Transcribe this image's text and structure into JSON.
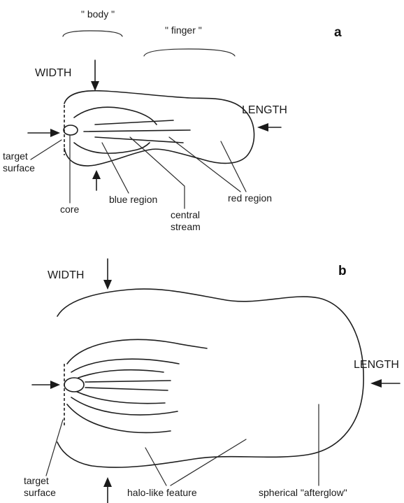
{
  "panel_a": {
    "letter": "a",
    "body_label": "\" body \"",
    "finger_label": "\" finger \"",
    "width_label": "WIDTH",
    "length_label": "LENGTH",
    "target_surface": [
      "target",
      "surface"
    ],
    "core_label": "core",
    "blue_region_label": "blue region",
    "red_region_label": "red region",
    "central_stream": [
      "central",
      "stream"
    ]
  },
  "panel_b": {
    "letter": "b",
    "width_label": "WIDTH",
    "length_label": "LENGTH",
    "target_surface": [
      "target",
      "surface"
    ],
    "halo_label": "halo-like feature",
    "afterglow_label": "spherical \"afterglow\""
  }
}
